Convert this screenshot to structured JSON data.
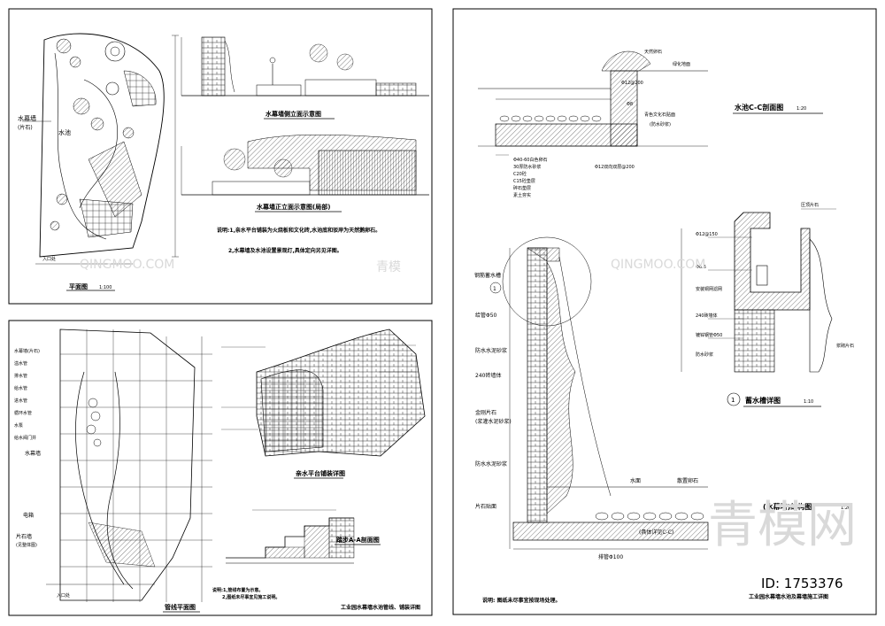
{
  "sheet_tl": {
    "plan_title": "平面图",
    "plan_scale": "1:100",
    "side_elevation_title": "水幕墙侧立面示意图",
    "front_elevation_title": "水幕墙正立面示意图(局部)",
    "notes": [
      "说明:1,亲水平台铺装为火烧板和文化砖,水池底和驳岸为天然鹅卵石。",
      "2,水幕墙及水池设置景观灯,具体定向另见详图。"
    ],
    "plan_labels": {
      "water_wall": "水幕墙",
      "water_wall_sub": "(片石)",
      "pond": "水池",
      "entrance": "入口处"
    }
  },
  "sheet_bl": {
    "pipe_plan_title": "管线平面图",
    "paving_title": "亲水平台铺装详图",
    "step_section_title": "踏步A-A剖面图",
    "sheet_caption": "工业园水幕墙水池管线、铺装详图",
    "notes": [
      "说明:1,管线布置为示意。",
      "2,图纸未尽事宜见施工说明。"
    ],
    "left_labels": [
      "水幕墙(片石)",
      "溢水管",
      "排水管",
      "给水管",
      "进水管",
      "循环水管",
      "水泵",
      "给水阀门井"
    ],
    "plan_labels": [
      "水幕墙",
      "电箱",
      "片石墙",
      "(见整体图)",
      "入口处"
    ]
  },
  "sheet_r": {
    "section_cc_title": "水池C-C剖面图",
    "section_cc_scale": "1:20",
    "tank_detail_title": "蓄水槽详图",
    "tank_detail_no": "1",
    "tank_scale": "1:10",
    "wall_structure_title": "(水幕墙)结构图",
    "wall_structure_scale": "1:20",
    "sheet_caption": "工业园水幕墙水池及幕墙施工详图",
    "note": "说明: 图纸未尽事宜按现场处理。",
    "cc_labels": [
      "天然卵石",
      "绿化地面",
      "Φ12@200",
      "Φ8",
      "青色文化石贴面",
      "(防水砂浆)",
      "Φ40-60白色卵石",
      "30厚防水砂浆",
      "C20砼",
      "C15砼垫层",
      "碎石垫层",
      "素土夯实",
      "Φ12双向双层@200"
    ],
    "tank_labels": [
      "压顶片石",
      "Φ12@150",
      "Φ6.5",
      "安装铜网滤网",
      "240砖墙体",
      "镀锌钢管Φ50",
      "防水砂浆",
      "浆砌片石"
    ],
    "wall_labels": [
      "钢筋蓄水槽",
      "1",
      "给管Φ50",
      "防水水泥砂浆",
      "240砖墙体",
      "金刚片石",
      "(浆灌水泥砂浆)",
      "防水水泥砂浆",
      "片石贴面",
      "水面",
      "散置卵石",
      "(具体详见C-C)",
      "排管Φ100"
    ]
  },
  "watermark": {
    "brand": "QINGMOO.COM",
    "brand_cn": "青模",
    "logo_cn": "青模网",
    "id_label": "ID: 1753376"
  }
}
